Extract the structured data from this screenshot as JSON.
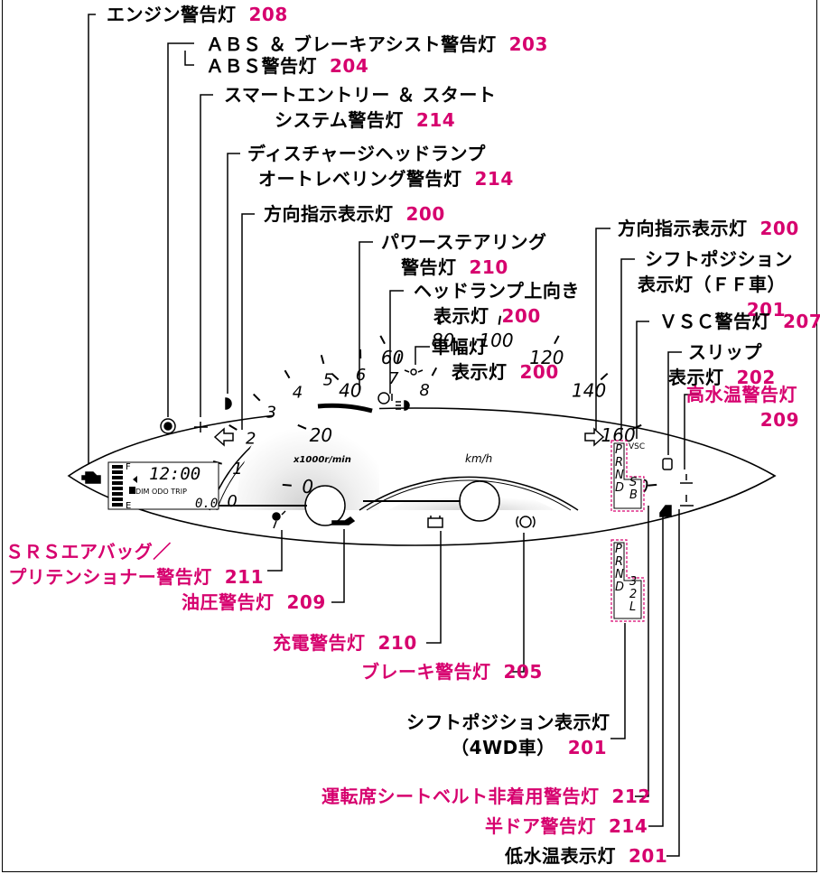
{
  "labels": {
    "engine": {
      "text": "エンジン警告灯",
      "page": "208"
    },
    "abs_brake_assist": {
      "text": "ＡＢＳ ＆ ブレーキアシスト警告灯",
      "page": "203"
    },
    "abs": {
      "text": "ＡＢＳ警告灯",
      "page": "204"
    },
    "smart_entry_l1": "スマートエントリー ＆ スタート",
    "smart_entry": {
      "text": "システム警告灯",
      "page": "214"
    },
    "discharge_l1": "ディスチャージヘッドランプ",
    "discharge": {
      "text": "オートレベリング警告灯",
      "page": "214"
    },
    "turn_left": {
      "text": "方向指示表示灯",
      "page": "200"
    },
    "power_steering_l1": "パワーステアリング",
    "power_steering": {
      "text": "警告灯",
      "page": "210"
    },
    "headlamp_high_l1": "ヘッドランプ上向き",
    "headlamp_high": {
      "text": "表示灯",
      "page": "200"
    },
    "width_l1": "車幅灯",
    "width": {
      "text": "表示灯",
      "page": "200"
    },
    "turn_right": {
      "text": "方向指示表示灯",
      "page": "200"
    },
    "shift_ff_l1": "シフトポジション",
    "shift_ff_l2": "表示灯（ＦＦ車）",
    "shift_ff_page": "201",
    "vsc": {
      "text": "ＶＳＣ警告灯",
      "page": "207"
    },
    "slip_l1": "スリップ",
    "slip": {
      "text": "表示灯",
      "page": "202"
    },
    "high_temp": "高水温警告灯",
    "high_temp_page": "209",
    "srs_l1": "ＳＲＳエアバッグ／",
    "srs": {
      "text": "プリテンショナー警告灯",
      "page": "211"
    },
    "oil": {
      "text": "油圧警告灯",
      "page": "209"
    },
    "charge": {
      "text": "充電警告灯",
      "page": "210"
    },
    "brake": {
      "text": "ブレーキ警告灯",
      "page": "205"
    },
    "shift_4wd_l1": "シフトポジション表示灯",
    "shift_4wd": {
      "text": "（4WD車）",
      "page": "201"
    },
    "seatbelt": {
      "text": "運転席シートベルト非着用警告灯",
      "page": "212"
    },
    "door": {
      "text": "半ドア警告灯",
      "page": "214"
    },
    "low_temp": {
      "text": "低水温表示灯",
      "page": "201"
    }
  },
  "cluster": {
    "clock": "12:00",
    "trip_value": "0.0",
    "odo_label": "DIM ODO TRIP",
    "fuel_full": "F",
    "fuel_empty": "E",
    "tach_unit": "x1000r/min",
    "tach_ticks": [
      "0",
      "1",
      "2",
      "3",
      "4",
      "5",
      "6",
      "7",
      "8"
    ],
    "speed_unit": "km/h",
    "speed_ticks": [
      "0",
      "20",
      "40",
      "60",
      "80",
      "100",
      "120",
      "140",
      "160",
      "180"
    ],
    "vsc_text": "VSC",
    "shift_ff": [
      "P",
      "R",
      "N",
      "D",
      "S",
      "B"
    ],
    "shift_4wd": [
      "P",
      "R",
      "N",
      "D",
      "3",
      "2",
      "L"
    ]
  },
  "colors": {
    "accent": "#d6006e",
    "line": "#000000",
    "dash": "#d6006e"
  }
}
